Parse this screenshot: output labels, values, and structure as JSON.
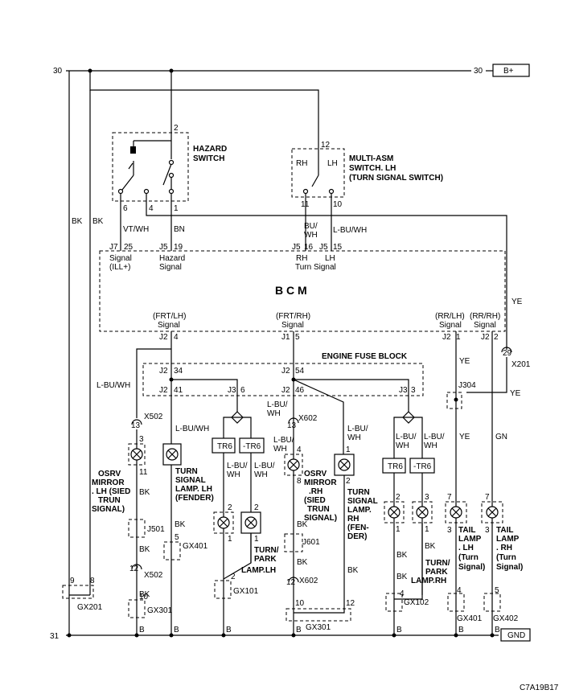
{
  "rails": {
    "top_number_left": "30",
    "top_number_right": "30",
    "b_plus": "B+",
    "bottom_number": "31",
    "gnd": "GND"
  },
  "hazard_switch": {
    "title_line1": "HAZARD",
    "title_line2": "SWITCH",
    "pin_top": "2",
    "pins": [
      "6",
      "4",
      "1"
    ]
  },
  "multi_switch": {
    "title_line1": "MULTI-ASM",
    "title_line2": "SWITCH. LH",
    "title_line3": "(TURN SIGNAL SWITCH)",
    "pin_top": "12",
    "rh": "RH",
    "lh": "LH",
    "pin_left": "11",
    "pin_right": "10"
  },
  "bcm": {
    "title": "B C M",
    "inputs": [
      {
        "conn": "J7",
        "pin": "25",
        "label1": "Signal",
        "label2": "(ILL+)"
      },
      {
        "conn": "J5",
        "pin": "19",
        "label1": "Hazard",
        "label2": "Signal"
      },
      {
        "conn": "J5",
        "pin": "16",
        "label1": "RH",
        "label2": ""
      },
      {
        "conn": "J5",
        "pin": "15",
        "label1": "LH",
        "label2": ""
      }
    ],
    "turn_signal_label": "Turn Signal",
    "outputs": [
      {
        "label1": "(FRT/LH)",
        "label2": "Signal",
        "conn": "J2",
        "pin": "4"
      },
      {
        "label1": "(FRT/RH)",
        "label2": "Signal",
        "conn": "J1",
        "pin": "5"
      },
      {
        "label1": "(RR/LH)",
        "label2": "Signal",
        "conn": "J2",
        "pin": "1"
      },
      {
        "label1": "(RR/RH)",
        "label2": "Signal",
        "conn": "J2",
        "pin": "2"
      }
    ]
  },
  "fuse_block": {
    "title": "ENGINE FUSE BLOCK",
    "pins": [
      {
        "conn": "J2",
        "pin": "34"
      },
      {
        "conn": "J2",
        "pin": "41"
      },
      {
        "conn": "J3",
        "pin": "6"
      },
      {
        "conn": "J2",
        "pin": "54"
      },
      {
        "conn": "J2",
        "pin": "46"
      },
      {
        "conn": "J3",
        "pin": "3"
      }
    ]
  },
  "wires": {
    "bk1": "BK",
    "bk2": "BK",
    "vt_wh": "VT/WH",
    "bn": "BN",
    "bu_wh_1": "BU/",
    "bu_wh_2": "WH",
    "l_bu_wh_top": "L-BU/WH",
    "ye1": "YE",
    "ye2": "YE",
    "ye3": "YE",
    "ye4": "YE",
    "gn": "GN",
    "l_bu_wh_left": "L-BU/WH",
    "l_bu_wh_a": "L-BU/WH",
    "l_bu_wh_b1": "L-BU/",
    "l_bu_wh_b2": "WH",
    "l_bu_wh_c1": "L-BU/",
    "l_bu_wh_c2": "WH",
    "l_bu_wh_d1": "L-BU/",
    "l_bu_wh_d2": "WH",
    "l_bu_wh_e1": "L-BU/",
    "l_bu_wh_e2": "WH",
    "l_bu_wh_f1": "L-BU/",
    "l_bu_wh_f2": "WH",
    "l_bu_wh_g1": "L-BU/",
    "l_bu_wh_g2": "WH",
    "l_bu_wh_h1": "L-BU/",
    "l_bu_wh_h2": "WH",
    "bk_a": "BK",
    "bk_b": "BK",
    "bk_c": "BK",
    "bk_d": "BK",
    "bk_e": "BK",
    "bk_f": "BK",
    "bk_g": "BK",
    "bk_h": "BK",
    "bk_i": "BK",
    "bk_j": "BK"
  },
  "connectors": {
    "x201": "X201",
    "x201_pin": "29",
    "j304": "J304",
    "x502_top": "X502",
    "x502_top_pin": "13",
    "x602_top": "X602",
    "x602_top_pin": "13",
    "x502_bot": "X502",
    "x502_bot_pin": "12",
    "x602_bot": "X602",
    "x602_bot_pin": "12",
    "j501": "J501",
    "j601": "J601",
    "gx201": "GX201",
    "gx201_p1": "9",
    "gx201_p2": "8",
    "gx301a": "GX301",
    "gx301a_pin": "10",
    "gx301b": "GX301",
    "gx301b_p1": "10",
    "gx301b_p2": "12",
    "gx401a": "GX401",
    "gx401a_pin": "5",
    "gx101": "GX101",
    "gx101_pin": "2",
    "gx102": "GX102",
    "gx102_pin": "4",
    "gx401b": "GX401",
    "gx401b_pin": "4",
    "gx402": "GX402",
    "gx402_pin": "5",
    "tr6_a": "TR6",
    "tr6_b": "-TR6",
    "tr6_c": "TR6",
    "tr6_d": "-TR6"
  },
  "lamps": {
    "osrv_lh": [
      "OSRV",
      "MIRROR",
      ". LH (SIED",
      "TRUN",
      "SIGNAL)"
    ],
    "osrv_lh_pins": [
      "3",
      "11"
    ],
    "turn_lh": [
      "TURN",
      "SIGNAL",
      "LAMP. LH",
      "(FENDER)"
    ],
    "turn_lh_pins": [
      "",
      "5"
    ],
    "park_lh": [
      "TURN/",
      "PARK",
      "LAMP.LH"
    ],
    "park_lh_pins": [
      "2",
      "2",
      "1",
      "1"
    ],
    "osrv_rh": [
      "OSRV",
      "MIRROR",
      ".RH",
      "(SIED",
      "TRUN",
      "SIGNAL)"
    ],
    "osrv_rh_pins": [
      "4",
      "8"
    ],
    "turn_rh": [
      "TURN",
      "SIGNAL",
      "LAMP.",
      "RH",
      "(FEN-",
      "DER)"
    ],
    "turn_rh_pins": [
      "1",
      "2"
    ],
    "park_rh": [
      "TURN/",
      "PARK",
      "LAMP.RH"
    ],
    "park_rh_pins": [
      "2",
      "3",
      "1",
      "1"
    ],
    "tail_lh": [
      "TAIL",
      "LAMP",
      ". LH",
      "(Turn",
      "Signal)"
    ],
    "tail_lh_pins": [
      "7",
      "3"
    ],
    "tail_rh": [
      "TAIL",
      "LAMP",
      ". RH",
      "(Turn",
      "Signal)"
    ],
    "tail_rh_pins": [
      "7",
      "3"
    ]
  },
  "bottom_b": "B",
  "figure_code": "C7A19B17"
}
